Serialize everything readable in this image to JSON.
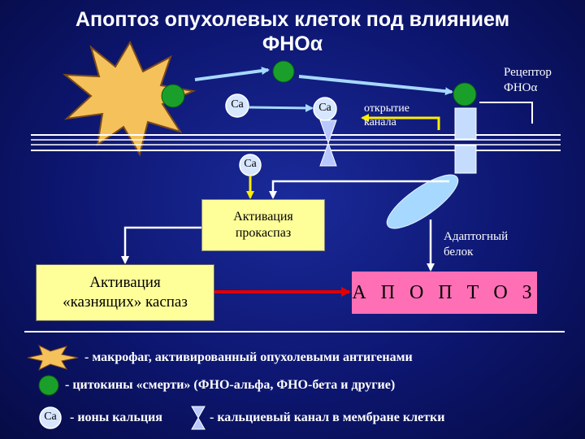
{
  "title": {
    "line1": "Апоптоз опухолевых клеток под влиянием",
    "line2": "ФНОα"
  },
  "labels": {
    "ca": "Ca",
    "channel_open": [
      "открытие",
      "канала"
    ],
    "receptor": [
      "Рецептор",
      "ФНОα"
    ],
    "adapter": [
      "Адаптогный",
      "белок"
    ]
  },
  "boxes": {
    "procaspase": [
      "Активация",
      "прокаспаз"
    ],
    "executioner": [
      "Активация",
      "«казнящих» каспаз"
    ],
    "apoptosis": "А П О П Т О З"
  },
  "legend": {
    "macrophage": "- макрофаг, активированный опухолевыми антигенами",
    "cytokines": "- цитокины «смерти» (ФНО-альфа, ФНО-бета и другие)",
    "calcium_ions": "- ионы кальция",
    "calcium_channel": "- кальциевый канал в мембране клетки"
  },
  "colors": {
    "background": "#0d1670",
    "macrophage": "#f5c15a",
    "cytokine": "#1aa02a",
    "calcium": "#d7e7ff",
    "receptor": "#c5dcff",
    "box_yellow": "#ffff99",
    "apoptosis_box": "#ff6fb6",
    "arrow_cyan": "#a7d8ff",
    "arrow_yellow": "#ffee00",
    "arrow_red": "#e00000"
  }
}
